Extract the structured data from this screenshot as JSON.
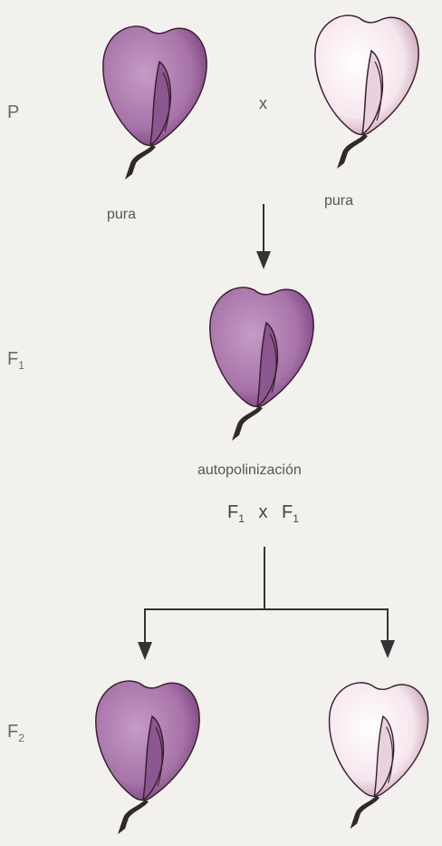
{
  "generations": {
    "p": "P",
    "f1": {
      "base": "F",
      "sub": "1"
    },
    "f2": {
      "base": "F",
      "sub": "2"
    }
  },
  "parents": {
    "left_label": "pura",
    "right_label": "pura",
    "cross_symbol": "x"
  },
  "process": {
    "self_pollination": "autopolinización",
    "cross_left": {
      "base": "F",
      "sub": "1"
    },
    "cross_symbol": "x",
    "cross_right": {
      "base": "F",
      "sub": "1"
    }
  },
  "colors": {
    "purple_fill": "#a773a8",
    "purple_dark": "#7b4680",
    "white_fill": "#f6e6ee",
    "white_dark": "#c9a3b5",
    "outline": "#3a2030",
    "stem": "#2e2a25",
    "line": "#333333"
  }
}
